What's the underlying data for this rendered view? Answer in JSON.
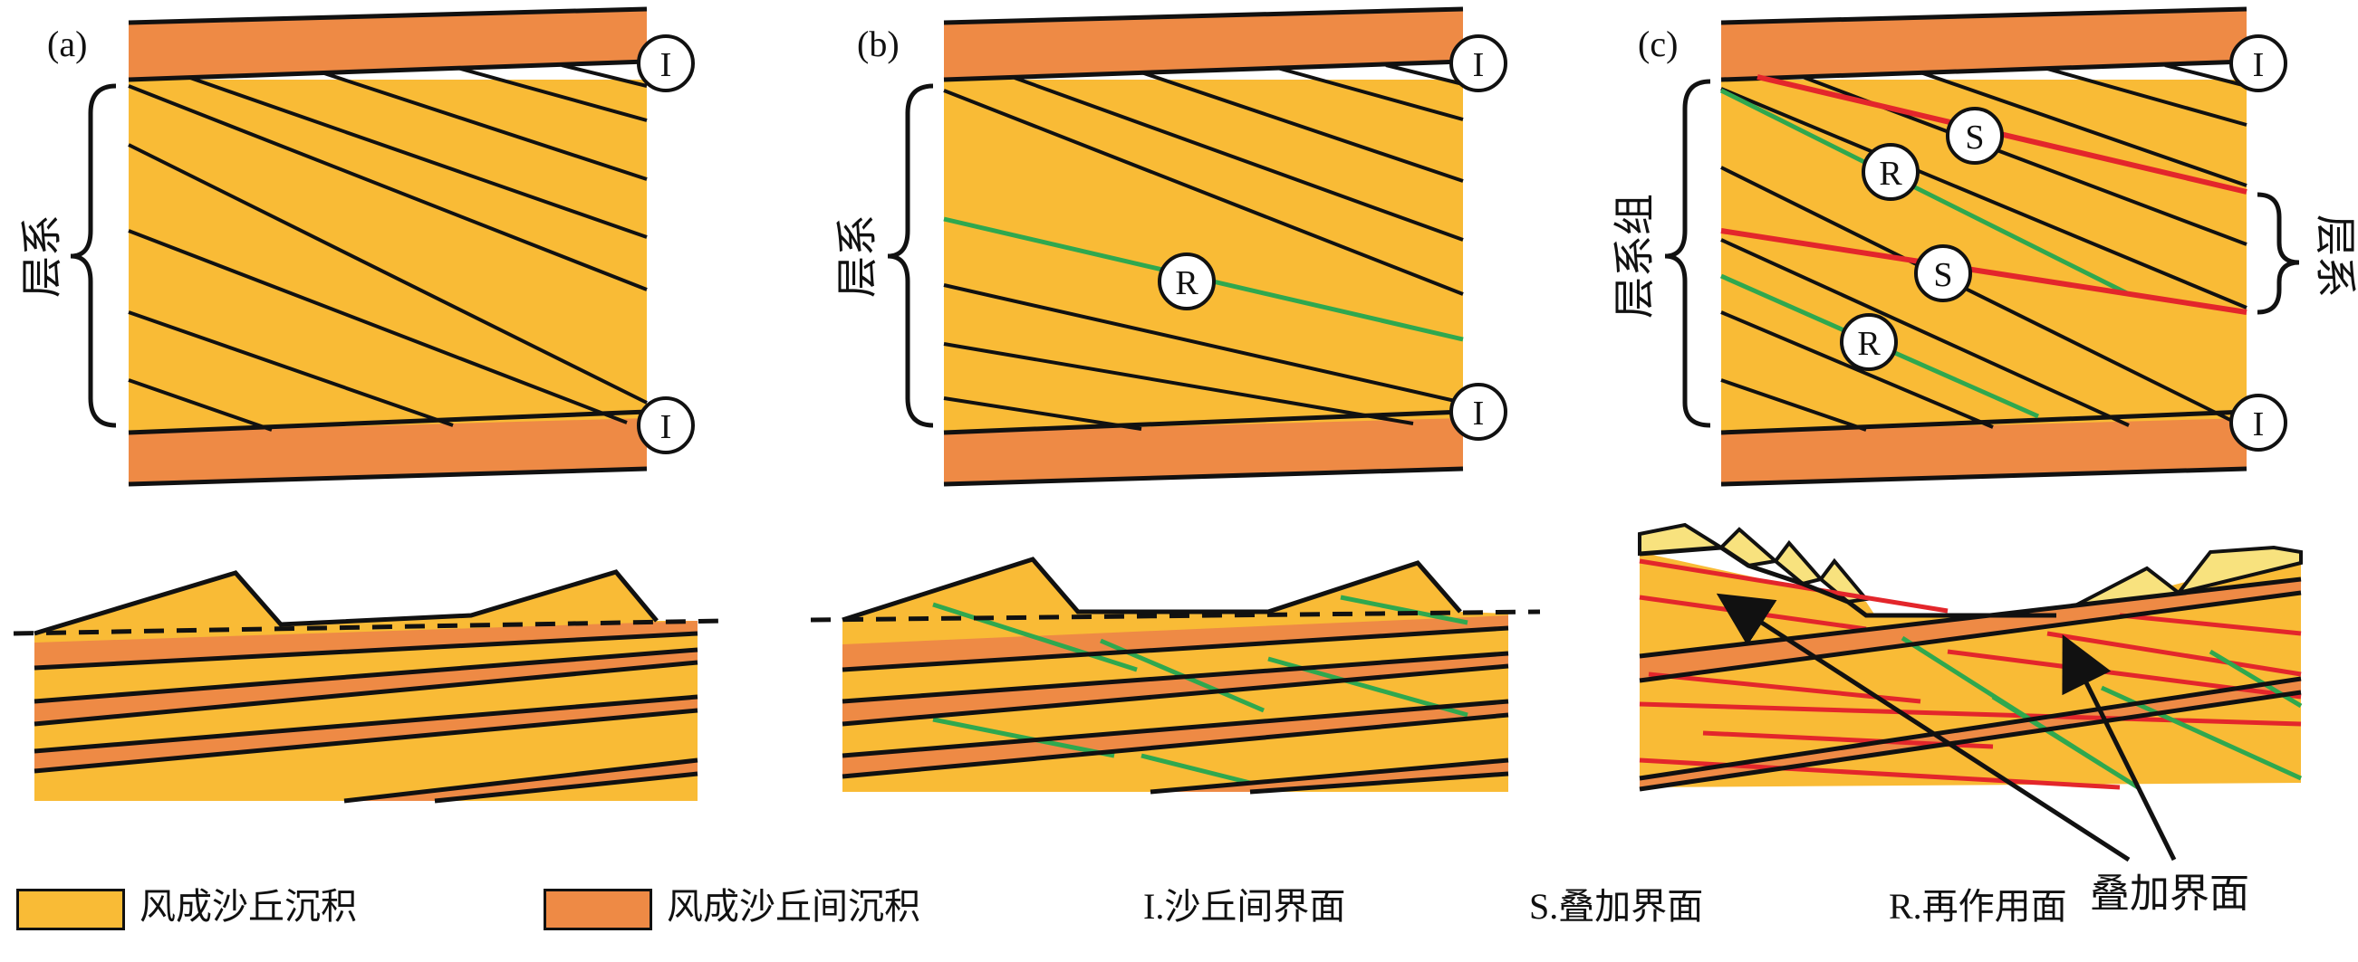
{
  "panels": [
    {
      "label": "(a)",
      "bracket_label": "层系"
    },
    {
      "label": "(b)",
      "bracket_label": "层系"
    },
    {
      "label": "(c)",
      "bracket_label_left": "层系组",
      "bracket_label_right": "层系"
    }
  ],
  "markers": {
    "I": "I",
    "R": "R",
    "S": "S"
  },
  "annotation": "叠加界面",
  "legend": [
    {
      "label": "风成沙丘沉积",
      "color": "#f9bb36"
    },
    {
      "label": "风成沙丘间沉积",
      "color": "#ee8a45"
    },
    {
      "label": "I.沙丘间界面"
    },
    {
      "label": "S.叠加界面"
    },
    {
      "label": "R.再作用面"
    }
  ],
  "colors": {
    "dune": "#f9bb36",
    "interdune": "#ee8a45",
    "reactivation": "#2fa84f",
    "superposition": "#e3262b",
    "dune_crest": "#f8e27e"
  }
}
